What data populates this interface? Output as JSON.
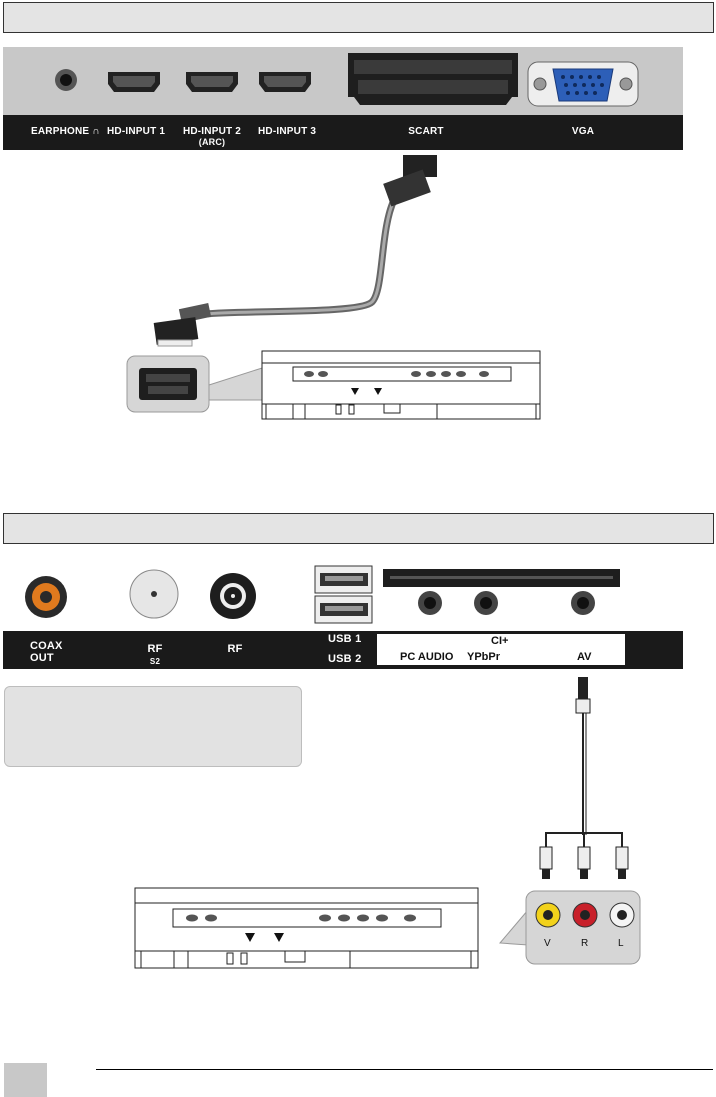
{
  "section1": {
    "ports": {
      "earphone": "EARPHONE",
      "hd_input_1": "HD-INPUT 1",
      "hd_input_2": "HD-INPUT 2",
      "hd_input_2_sub": "(ARC)",
      "hd_input_3": "HD-INPUT 3",
      "scart": "SCART",
      "vga": "VGA"
    },
    "headphone_symbol": "∩"
  },
  "section2": {
    "ports": {
      "coax_out_line1": "COAX",
      "coax_out_line2": "OUT",
      "rf_s2": "RF",
      "rf_s2_sub": "S2",
      "rf": "RF",
      "usb1": "USB 1",
      "usb2": "USB 2",
      "ci_plus": "CI+",
      "pc_audio": "PC AUDIO",
      "ypbpr": "YPbPr",
      "av": "AV"
    },
    "rca_labels": [
      "V",
      "R",
      "L"
    ]
  },
  "colors": {
    "panel": "#c8c8c8",
    "strip": "#1a1a1a",
    "coax_orange": "#e07a1e",
    "rca_yellow": "#f2d21b",
    "rca_red": "#c8202a",
    "rca_white": "#f4f4f4",
    "vga_blue": "#2d5fb8"
  }
}
